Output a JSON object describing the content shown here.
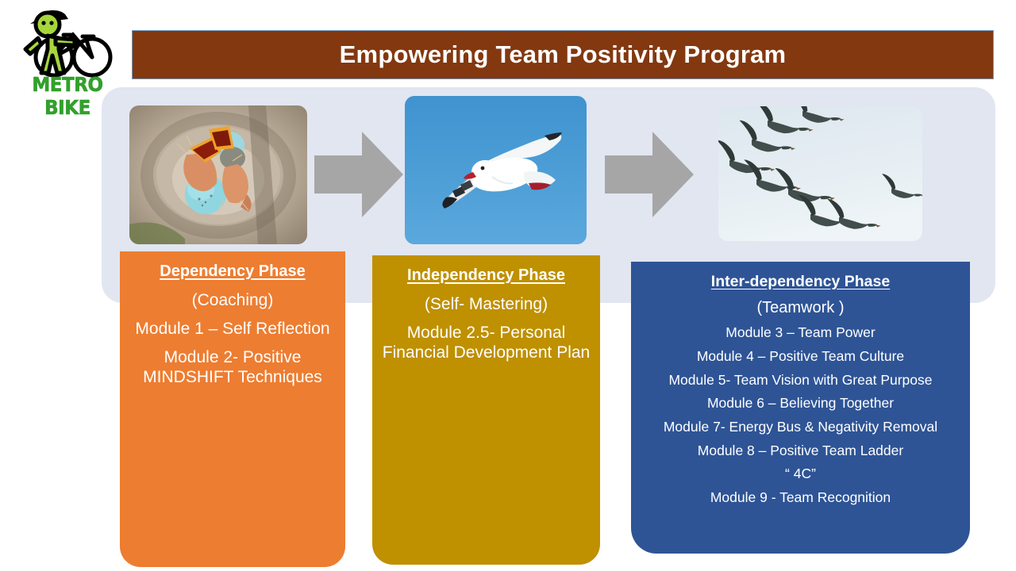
{
  "logo": {
    "wordmark": "METRO BIKE",
    "icon": "cyclist-with-bicycle-icon",
    "colors": {
      "green": "#33a02c",
      "body_green": "#a6d63c",
      "outline": "#000000"
    }
  },
  "banner": {
    "title": "Empowering Team Positivity Program",
    "background": "#83380f",
    "text_color": "#ffffff",
    "border_color": "#6f9bc4"
  },
  "panel": {
    "background": "#e1e6f1"
  },
  "photos": [
    {
      "name": "baby-birds-in-nest-photo",
      "alt": "Baby birds with open beaks and a blue egg in a nest"
    },
    {
      "name": "seagull-in-flight-photo",
      "alt": "Single seagull flying against a blue sky"
    },
    {
      "name": "flock-of-geese-photo",
      "alt": "Flock of geese flying in V formation"
    }
  ],
  "arrows": [
    {
      "name": "flow-arrow-1",
      "direction": "right",
      "color": "#a6a6a6"
    },
    {
      "name": "flow-arrow-2",
      "direction": "right",
      "color": "#a6a6a6"
    }
  ],
  "phases": [
    {
      "id": "dependency",
      "title": "Dependency Phase",
      "subtitle": "(Coaching)",
      "color": "#ed7d31",
      "modules": [
        "Module 1 – Self Reflection",
        "Module 2-  Positive MINDSHIFT Techniques"
      ]
    },
    {
      "id": "independency",
      "title": "Independency Phase",
      "subtitle": "(Self- Mastering)",
      "color": "#bf9000",
      "modules": [
        "Module 2.5- Personal Financial Development Plan"
      ]
    },
    {
      "id": "inter-dependency",
      "title": "Inter-dependency Phase",
      "subtitle": "(Teamwork )",
      "color": "#2e5496",
      "modules": [
        "Module 3 – Team Power",
        "Module 4 – Positive Team Culture",
        "Module 5- Team Vision with Great Purpose",
        "Module 6 – Believing Together",
        "Module 7- Energy Bus  & Negativity Removal",
        "Module 8 –  Positive Team Ladder",
        "“ 4C”",
        "Module 9  - Team Recognition"
      ]
    }
  ]
}
